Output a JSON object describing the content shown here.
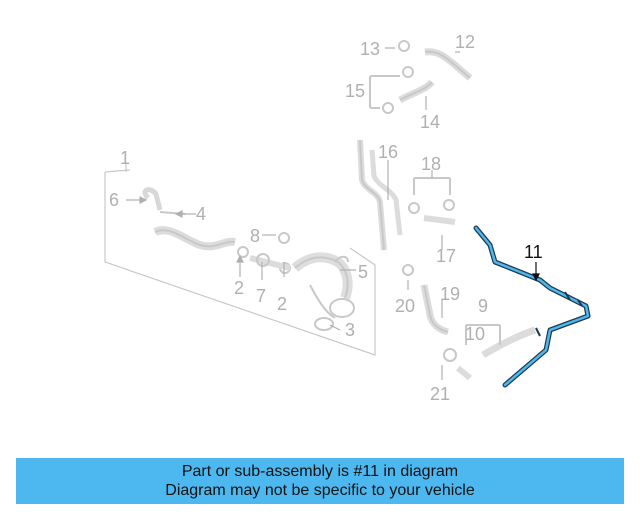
{
  "diagram": {
    "callouts": {
      "c1": "1",
      "c2a": "2",
      "c2b": "2",
      "c3": "3",
      "c4": "4",
      "c5": "5",
      "c6": "6",
      "c7": "7",
      "c8": "8",
      "c9": "9",
      "c10": "10",
      "c11": "11",
      "c12": "12",
      "c13": "13",
      "c14": "14",
      "c15": "15",
      "c16": "16",
      "c17": "17",
      "c18": "18",
      "c19": "19",
      "c20": "20",
      "c21": "21"
    },
    "highlight_color": "#4db8f0",
    "part_color": "#c8c8c8"
  },
  "banner": {
    "line1": "Part or sub-assembly is #11 in diagram",
    "line2": "Diagram may not be specific to your vehicle",
    "background": "#4db8f0"
  }
}
